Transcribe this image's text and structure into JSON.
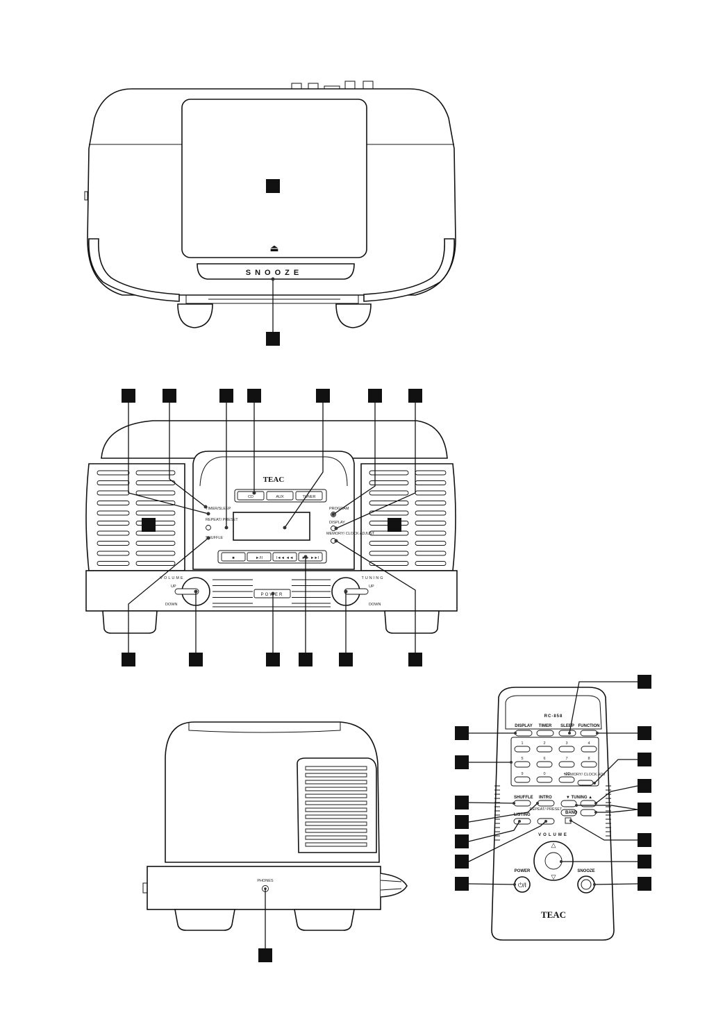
{
  "brand": {
    "name": "TEAC"
  },
  "top_view": {
    "snooze_label": "SNOOZE",
    "eject_symbol": "⏏"
  },
  "front_view": {
    "source_buttons": [
      "CD",
      "AUX",
      "TUNER"
    ],
    "left_buttons": [
      "TIMER/SLEEP",
      "REPEAT/ PRESET",
      "SHUFFLE"
    ],
    "right_buttons": [
      "PROGRAM",
      "DISPLAY",
      "MEMORY/ CLOCK ADJUST"
    ],
    "transport_buttons": [
      "■",
      "►/II",
      "I◄◄ ◄◄",
      "►► ►►I"
    ],
    "volume": {
      "label": "VOLUME",
      "up": "UP",
      "down": "DOWN"
    },
    "tuning": {
      "label": "TUNING",
      "up": "UP",
      "down": "DOWN"
    },
    "power_label": "POWER"
  },
  "side_view": {
    "phones_label": "PHONES"
  },
  "remote": {
    "model": "RC-858",
    "top_row": [
      "DISPLAY",
      "TIMER",
      "SLEEP",
      "FUNCTION"
    ],
    "number_keys": [
      "1",
      "2",
      "3",
      "4",
      "5",
      "6",
      "7",
      "8",
      "9",
      "0",
      "+10"
    ],
    "memory_label": "MEMORY/ CLOCK ADJ",
    "shuffle_label": "SHUFFLE",
    "intro_label": "INTRO",
    "tuning_label": "▼ TUNING ▲",
    "listing_label": "LISTING",
    "repeat_label": "REPEAT/ PRESET",
    "band_label": "BAND",
    "volume_label": "VOLUME",
    "power_label": "POWER",
    "power_symbol": "⏻/I",
    "snooze_label": "SNOOZE",
    "brand": "TEAC"
  }
}
